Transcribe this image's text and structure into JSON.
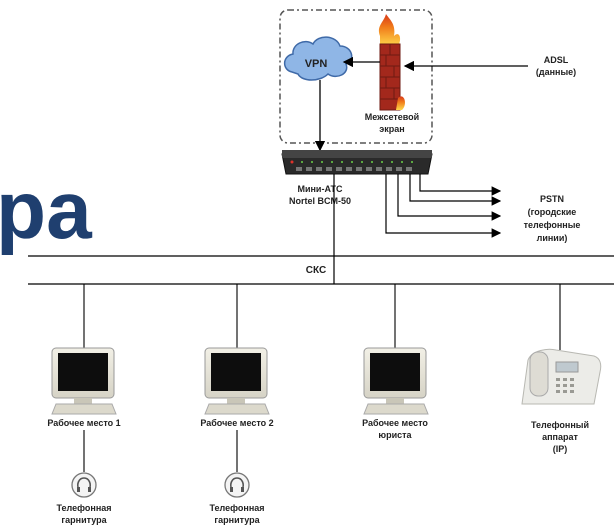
{
  "heading_fragment": "ра",
  "colors": {
    "heading": "#1f3f6f",
    "line": "#000000",
    "fire": "#e85a1a",
    "brick": "#a3281c",
    "cloud": "#8fb6e6"
  },
  "vpn_label": "VPN",
  "firewall_label": [
    "Межсетевой",
    "экран"
  ],
  "adsl_label": [
    "ADSL",
    "(данные)"
  ],
  "pbx_label": [
    "Мини-АТС",
    "Nortel BCM-50"
  ],
  "pstn_label": [
    "PSTN",
    "(городские",
    "телефонные",
    "линии)"
  ],
  "bus_label": "СКС",
  "workstations": [
    {
      "label": [
        "Рабочее место 1"
      ],
      "icon": "monitor-icon"
    },
    {
      "label": [
        "Рабочее место 2"
      ],
      "icon": "monitor-icon"
    },
    {
      "label": [
        "Рабочее место",
        "юриста"
      ],
      "icon": "monitor-icon"
    }
  ],
  "ip_phone_label": [
    "Телефонный",
    "аппарат",
    "(IP)"
  ],
  "headset_labels": [
    [
      "Телефонная",
      "гарнитура"
    ],
    [
      "Телефонная",
      "гарнитура"
    ]
  ]
}
